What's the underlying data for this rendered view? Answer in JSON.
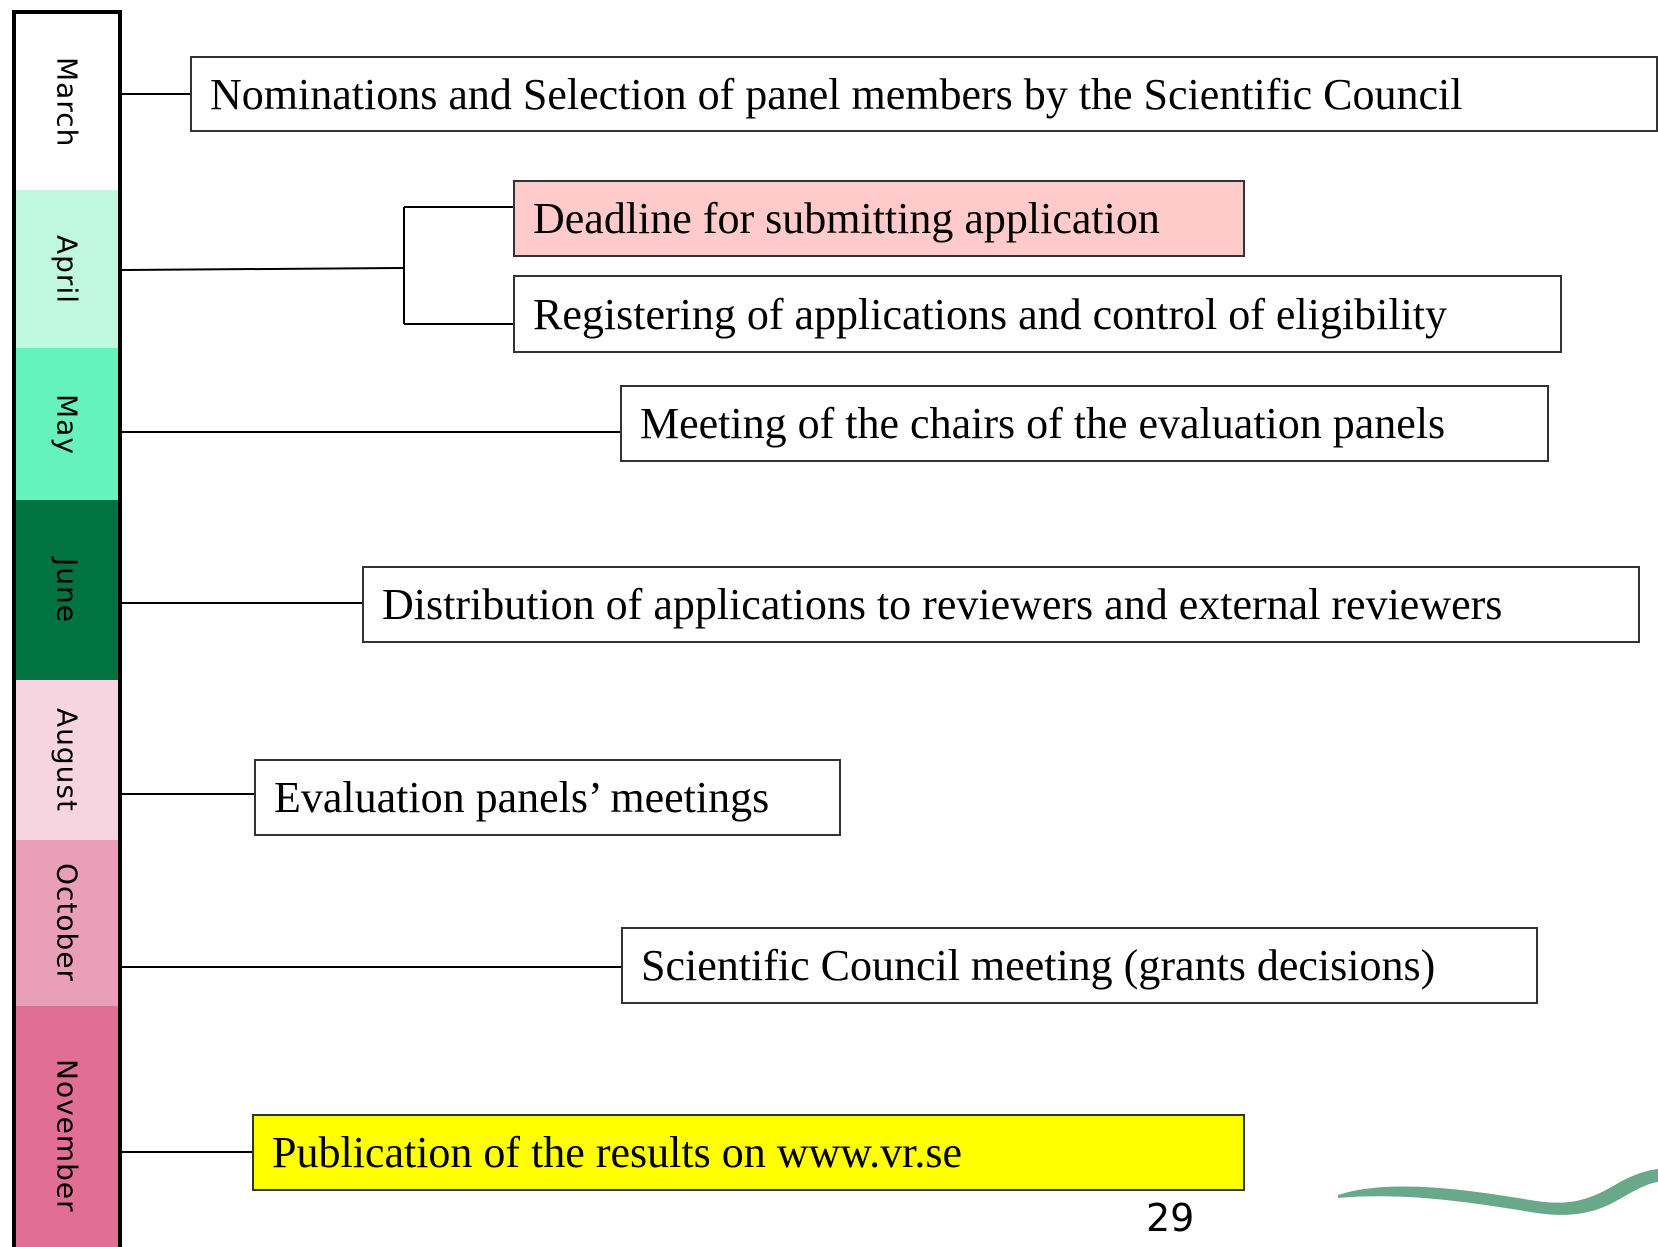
{
  "months": [
    {
      "label": "March",
      "color": "#ffffff"
    },
    {
      "label": "April",
      "color": "#bff7df"
    },
    {
      "label": "May",
      "color": "#66f2bd"
    },
    {
      "label": "June",
      "color": "#007340"
    },
    {
      "label": "August",
      "color": "#f7d5e0"
    },
    {
      "label": "October",
      "color": "#ea9fb8"
    },
    {
      "label": "November",
      "color": "#e06e95"
    }
  ],
  "events": [
    {
      "text": "Nominations and Selection of panel members by the Scientific Council",
      "color": "#ffffff"
    },
    {
      "text": "Deadline for submitting application",
      "color": "#ffcaca"
    },
    {
      "text": "Registering of applications and control of eligibility",
      "color": "#ffffff"
    },
    {
      "text": "Meeting of the chairs of the evaluation panels",
      "color": "#ffffff"
    },
    {
      "text": "Distribution of applications to reviewers and external reviewers",
      "color": "#ffffff"
    },
    {
      "text": "Evaluation panels’ meetings",
      "color": "#ffffff"
    },
    {
      "text": "Scientific Council meeting (grants decisions)",
      "color": "#ffffff"
    },
    {
      "text": "Publication of the results on www.vr.se",
      "color": "#ffff00"
    }
  ],
  "page_number": "29",
  "logo": {
    "color": "#6aa88a"
  }
}
